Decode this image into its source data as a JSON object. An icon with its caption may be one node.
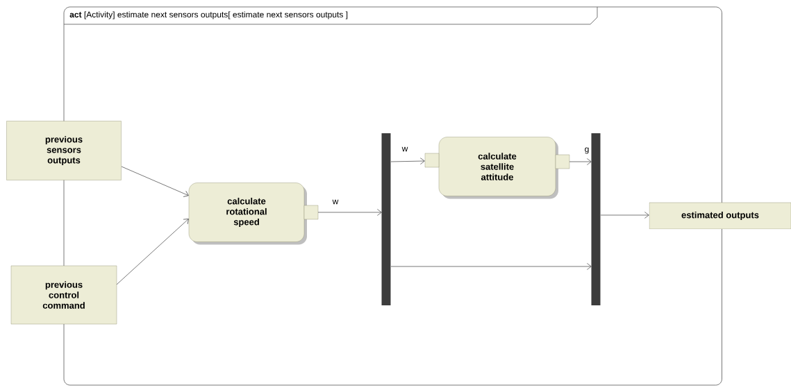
{
  "diagram": {
    "nodes": [
      {
        "text": [
          "**act** [Activity] estimate next sensors outputs[ estimate next sensors outputs ]"
        ]
      },
      {
        "text": [
          "previous sensors outputs"
        ]
      },
      {
        "text": [
          "previous control command"
        ]
      },
      {
        "text": [
          "calculate rotational speed"
        ],
        "in": 0
      },
      {
        "text": [],
        "shape": "bar",
        "in": 0
      },
      {
        "text": [
          "calculate satellite attitude"
        ],
        "in": 0
      },
      {
        "text": [],
        "shape": "bar",
        "in": 0
      },
      {
        "text": [
          "estimated outputs"
        ]
      }
    ],
    "edges": [
      {
        "from": 1,
        "to": 3,
        "arrow": "to"
      },
      {
        "from": 2,
        "to": 3,
        "arrow": "to"
      },
      {
        "from": 3,
        "to": 4,
        "arrow": "to",
        "label": "w"
      },
      {
        "from": 4,
        "to": 5,
        "arrow": "to",
        "label": "w"
      },
      {
        "from": 5,
        "to": 6,
        "arrow": "to",
        "label": "g"
      },
      {
        "from": 4,
        "to": 6,
        "arrow": "to"
      },
      {
        "from": 6,
        "to": 7,
        "arrow": "to"
      }
    ]
  }
}
